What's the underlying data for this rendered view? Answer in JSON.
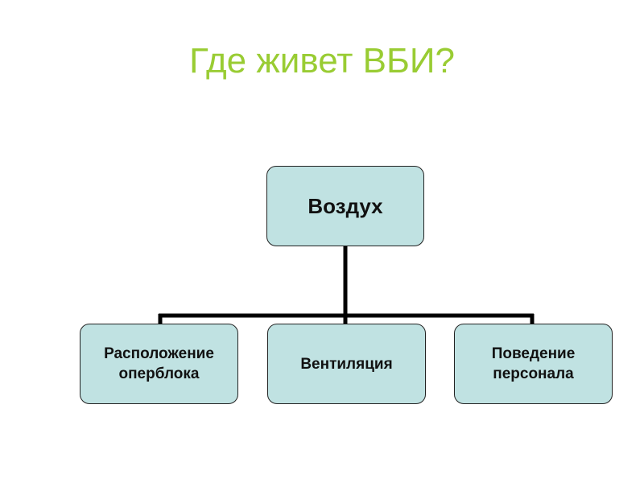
{
  "slide": {
    "title": "Где живет ВБИ?",
    "title_color": "#99cc33"
  },
  "diagram": {
    "type": "hierarchy",
    "node_fill": "#c0e2e2",
    "root": {
      "label": "Воздух"
    },
    "children": [
      {
        "label": "Расположение\nоперблока"
      },
      {
        "label": "Вентиляция"
      },
      {
        "label": "Поведение\nперсонала"
      }
    ]
  }
}
